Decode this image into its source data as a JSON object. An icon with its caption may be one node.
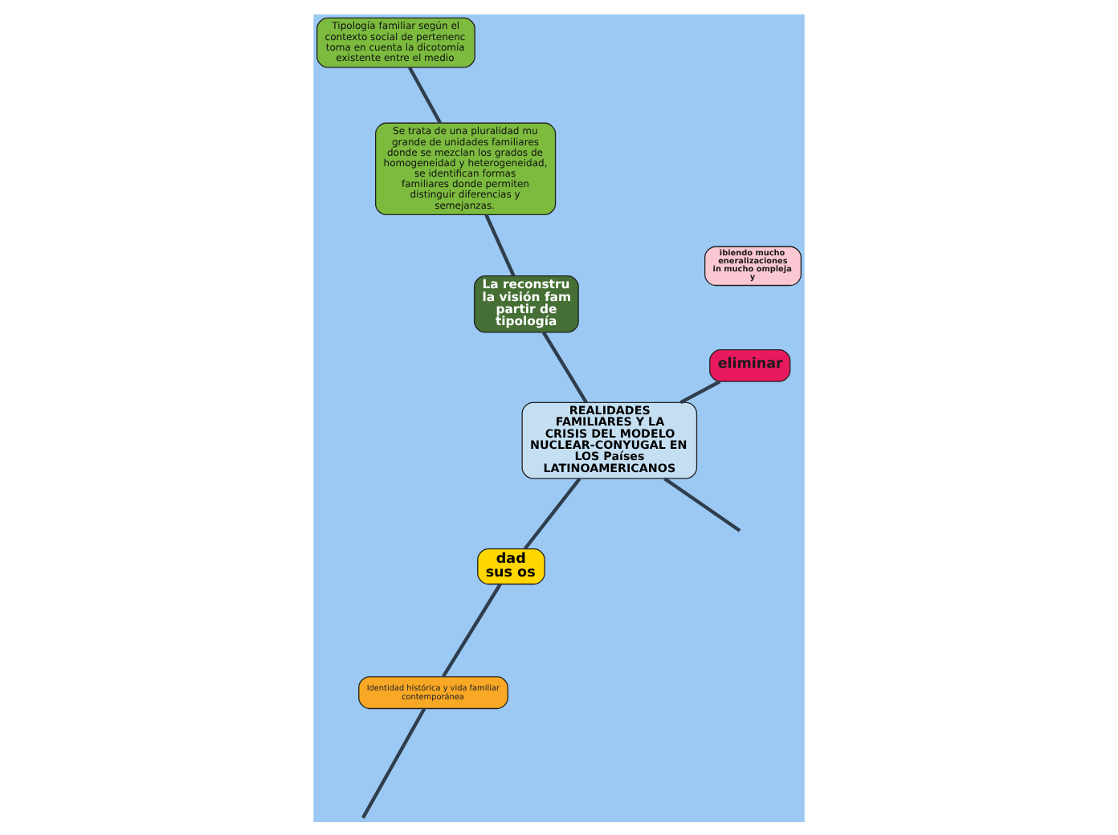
{
  "diagram": {
    "nodes": [
      {
        "text": [
          "REALIDADES FAMILIARES Y LA CRISIS DEL MODELO NUCLEAR-CONYUGAL EN LOS Países LATINOAMERICANOS"
        ]
      },
      {
        "text": [
          "eliminar"
        ]
      },
      {
        "text": [
          "ibiendo mucho eneralizaciones in mucho ompleja y"
        ]
      },
      {
        "text": [
          "dad sus os"
        ]
      },
      {
        "text": [
          "Identidad histórica y vida familiar contemporánea"
        ]
      },
      {
        "text": [
          "La reconstru la visión fam partir de tipología"
        ]
      },
      {
        "text": [
          "Se trata de una pluralidad mu grande de unidades familiares donde se mezclan los grados de homogeneidad y heterogeneidad, se identifican formas familiares donde permiten distinguir diferencias y semejanzas."
        ]
      },
      {
        "text": [
          "Tipología familiar según el contexto social de pertenenc toma en cuenta la dicotomía existente entre el medio"
        ]
      }
    ],
    "edges": [
      {
        "from": 0,
        "to": 1,
        "arrow": "none"
      },
      {
        "from": 0,
        "to": 3,
        "arrow": "none"
      },
      {
        "from": 0,
        "to": 5,
        "arrow": "none"
      },
      {
        "from": 0,
        "to": null,
        "arrow": "none"
      },
      {
        "from": 5,
        "to": 6,
        "arrow": "none"
      },
      {
        "from": 6,
        "to": 7,
        "arrow": "none"
      },
      {
        "from": 3,
        "to": 4,
        "arrow": "none"
      },
      {
        "from": 4,
        "to": null,
        "arrow": "none"
      }
    ]
  }
}
